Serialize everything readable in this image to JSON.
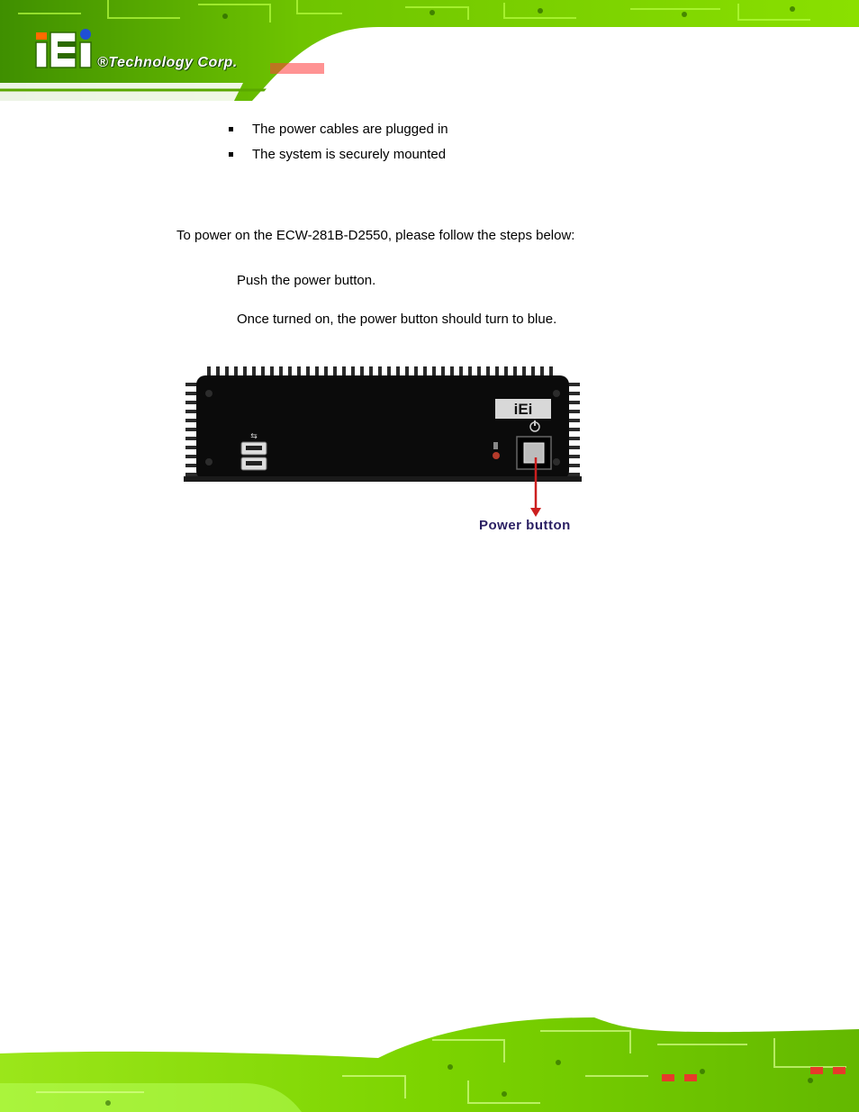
{
  "header": {
    "logo_text": "®Technology Corp."
  },
  "checklist": {
    "items": [
      "The power cables are plugged in",
      "The system is securely mounted"
    ]
  },
  "intro": "To power on the ECW-281B-D2550, please follow the steps below:",
  "steps": [
    "Push the power button.",
    "Once turned on, the power button should turn to blue."
  ],
  "figure": {
    "device_badge": "iEi",
    "callout_label": "Power button"
  },
  "colors": {
    "pcb_green": "#7cd400",
    "pcb_dark": "#2f6b00",
    "callout_text": "#2a1f63",
    "arrow": "#cc1f1f"
  }
}
